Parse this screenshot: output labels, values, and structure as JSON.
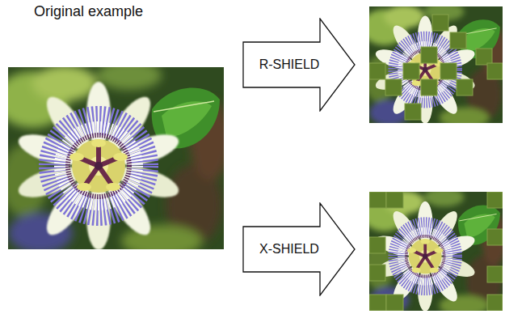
{
  "diagram": {
    "nodes": [
      {
        "text": [
          "R-SHIELD"
        ]
      },
      {
        "text": [
          "X-SHIELD"
        ]
      }
    ],
    "labels": [
      "Original example"
    ]
  }
}
